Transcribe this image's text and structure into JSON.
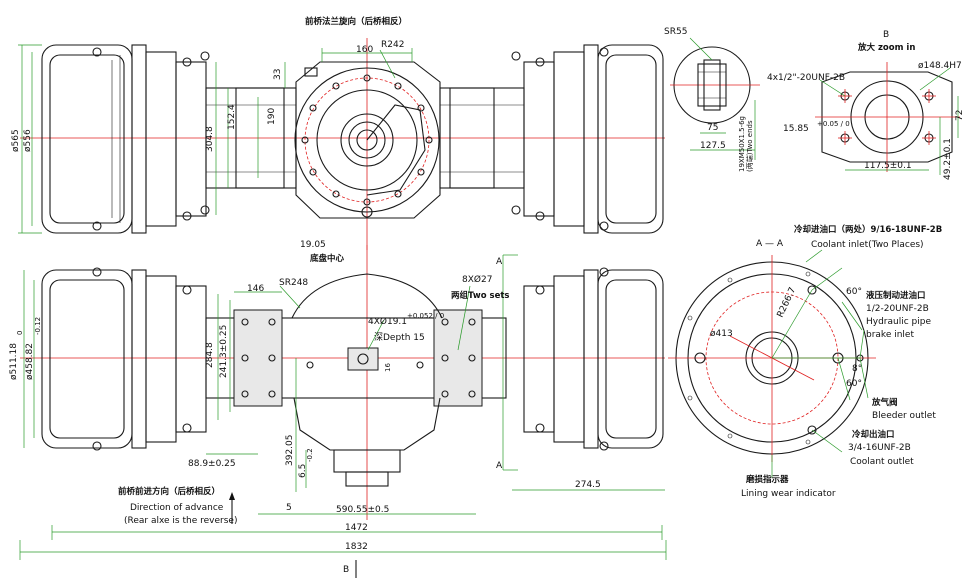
{
  "colors": {
    "outline": "#1a1a1a",
    "dimension": "#2a9a2a",
    "centerline": "#e02020",
    "background": "#ffffff"
  },
  "top_view": {
    "title": "前桥法兰旋向（后桥相反）",
    "dims": {
      "d160": "160",
      "r242": "R242",
      "d33": "33",
      "d152": "152.4",
      "d190": "190",
      "d304": "304.8",
      "d565": "ø565",
      "d556": "ø556"
    }
  },
  "detail_sr55": {
    "sr": "SR55",
    "d75": "75",
    "d127": "127.5",
    "thread": "19XM50X1.5-6g",
    "thread_note": "(两端)Two ends"
  },
  "detail_b": {
    "section": "B",
    "title": "放大 zoom in",
    "holes": "4x1/2\"-20UNF-2B",
    "bore": "ø148.4H7",
    "d15": "15.85",
    "d15_tol": "+0.05 / 0",
    "d72": "72",
    "d117": "117.5±0.1",
    "d49": "49.2±0.1"
  },
  "front_view": {
    "d19": "19.05",
    "center_note": "底盘中心",
    "sr248": "SR248",
    "d146": "146",
    "holes8": "8XØ27",
    "sets": "两组Two sets",
    "holes4": "4XØ19.1",
    "holes4_tol": "+0.052 / 0",
    "depth": "深Depth 15",
    "d16": "16",
    "d284": "284.8",
    "d241": "241.3±0.25",
    "d511": "ø511.18",
    "d511_tol": "0",
    "d458": "ø458.82",
    "d458_tol": "-0.12",
    "d88": "88.9±0.25",
    "d392": "392.05",
    "d65": "6.5",
    "d65_tol": "-0.2",
    "d5": "5",
    "d590": "590.55±0.5",
    "d274": "274.5",
    "d1472": "1472",
    "d1832": "1832",
    "section_a": "A",
    "section_b": "B"
  },
  "advance": {
    "cn": "前桥前进方向（后桥相反）",
    "en1": "Direction of advance",
    "en2": "(Rear alxe is the reverse)"
  },
  "section_aa": {
    "title": "A — A",
    "coolant_in_cn": "冷却进油口（两处）9/16-18UNF-2B",
    "coolant_in_en": "Coolant inlet(Two Places)",
    "r266": "R266.7",
    "d413": "ø413",
    "a60": "60°",
    "a8": "8°",
    "a60b": "60°",
    "hyd_cn": "液压制动进油口",
    "hyd_thread": "1/2-20UNF-2B",
    "hyd_en1": "Hydraulic pipe",
    "hyd_en2": "brake inlet",
    "bleed_cn": "放气阀",
    "bleed_en": "Bleeder outlet",
    "cool_out_cn": "冷却出油口",
    "cool_out_thread": "3/4-16UNF-2B",
    "cool_out_en": "Coolant outlet",
    "wear_cn": "磨损指示器",
    "wear_en": "Lining wear indicator"
  }
}
